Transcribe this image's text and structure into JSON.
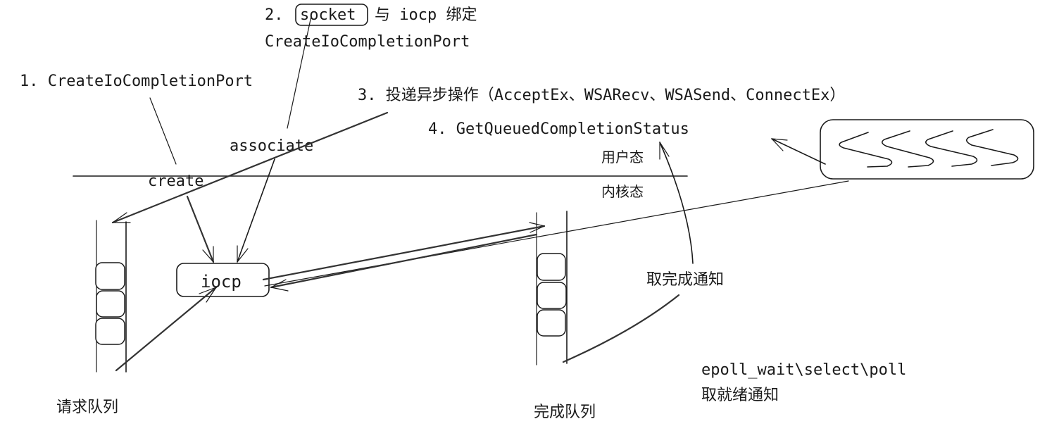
{
  "diagram": {
    "title": "IOCP workflow",
    "steps": {
      "step1": "1. CreateIoCompletionPort",
      "step2_prefix": "2.",
      "step2_socket": "socket",
      "step2_suffix": "与 iocp 绑定",
      "step2_api": "CreateIoCompletionPort",
      "step3": "3. 投递异步操作（AcceptEx、WSARecv、WSASend、ConnectEx）",
      "step4": "4. GetQueuedCompletionStatus"
    },
    "labels": {
      "create": "create",
      "associate": "associate",
      "user_mode": "用户态",
      "kernel_mode": "内核态",
      "iocp": "iocp",
      "fetch_completion": "取完成通知",
      "request_queue": "请求队列",
      "completion_queue": "完成队列",
      "epoll_apis": "epoll_wait\\select\\poll",
      "fetch_ready": "取就绪通知"
    },
    "icons": {
      "threads": "thread-pool-zigzag-icon"
    }
  }
}
